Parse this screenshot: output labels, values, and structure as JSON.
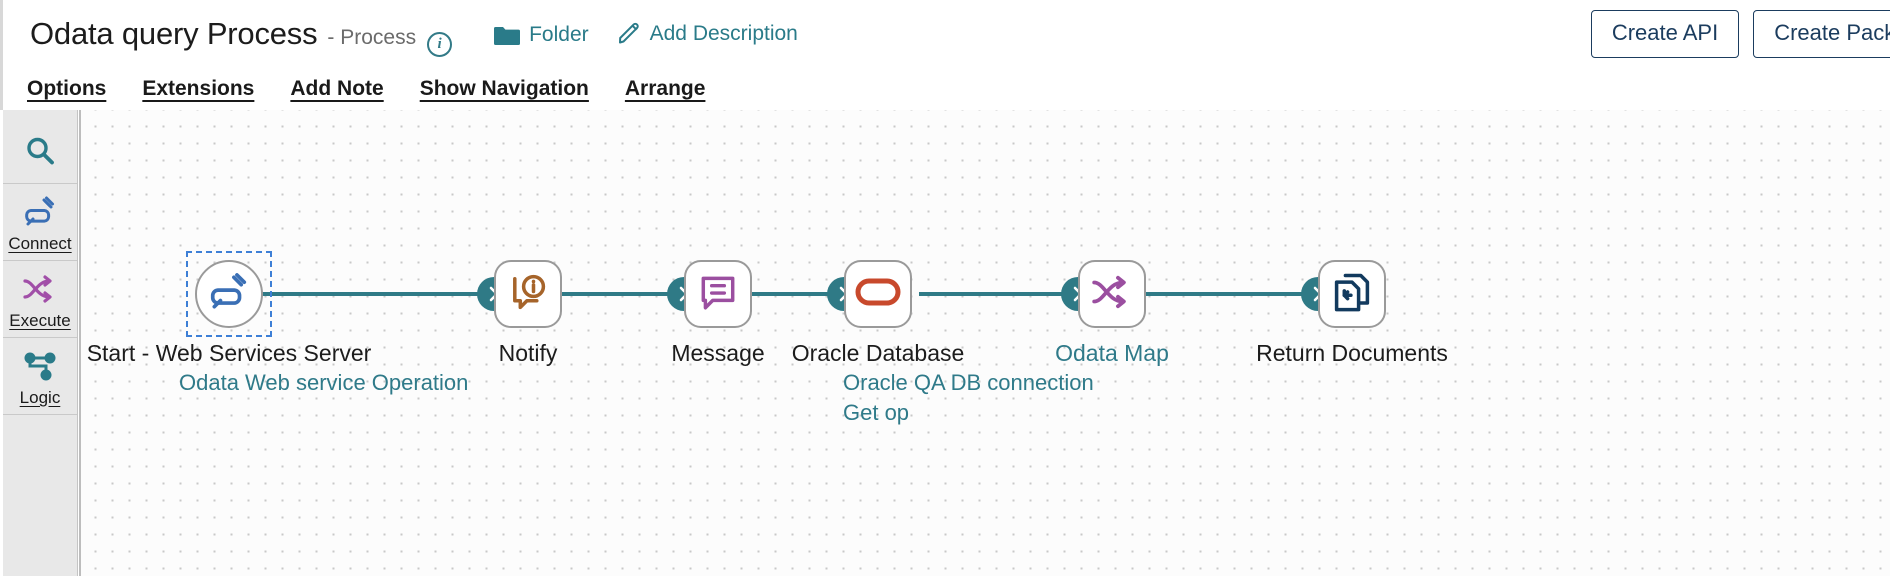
{
  "header": {
    "title": "Odata query Process",
    "subtitle": "- Process",
    "info_icon": "info-icon",
    "folder_label": "Folder",
    "folder_icon": "folder-icon",
    "description_label": "Add Description",
    "pencil_icon": "pencil-icon",
    "buttons": [
      {
        "label": "Create API",
        "name": "create-api-button"
      },
      {
        "label": "Create Packaged Comp",
        "name": "create-packaged-component-button"
      }
    ]
  },
  "menubar": {
    "items": [
      {
        "label": "Options",
        "name": "menu-options"
      },
      {
        "label": "Extensions",
        "name": "menu-extensions"
      },
      {
        "label": "Add Note",
        "name": "menu-add-note"
      },
      {
        "label": "Show Navigation",
        "name": "menu-show-navigation"
      },
      {
        "label": "Arrange",
        "name": "menu-arrange"
      }
    ]
  },
  "tool_rail": {
    "items": [
      {
        "label": "",
        "icon": "search-icon",
        "name": "tool-search"
      },
      {
        "label": "Connect",
        "icon": "plug-icon",
        "name": "tool-connect"
      },
      {
        "label": "Execute",
        "icon": "shuffle-icon",
        "name": "tool-execute"
      },
      {
        "label": "Logic",
        "icon": "branch-icon",
        "name": "tool-logic"
      }
    ]
  },
  "canvas": {
    "nodes": [
      {
        "id": "start",
        "label": "Start - Web Services Server",
        "sublabel1": "Odata Web service Operation",
        "sublabel2": "",
        "icon": "plug-icon",
        "shape": "circle",
        "selected": true,
        "label_is_link": false
      },
      {
        "id": "notify",
        "label": "Notify",
        "sublabel1": "",
        "sublabel2": "",
        "icon": "notify-info-bubble-icon",
        "shape": "rounded",
        "selected": false,
        "label_is_link": false
      },
      {
        "id": "message",
        "label": "Message",
        "sublabel1": "",
        "sublabel2": "",
        "icon": "message-bubble-icon",
        "shape": "rounded",
        "selected": false,
        "label_is_link": false
      },
      {
        "id": "oracle",
        "label": "Oracle Database",
        "sublabel1": "Oracle QA DB connection",
        "sublabel2": "Get op",
        "icon": "oracle-database-icon",
        "shape": "rounded",
        "selected": false,
        "label_is_link": false
      },
      {
        "id": "odatamap",
        "label": "Odata Map",
        "sublabel1": "",
        "sublabel2": "",
        "icon": "shuffle-icon",
        "shape": "rounded",
        "selected": false,
        "label_is_link": true
      },
      {
        "id": "return",
        "label": "Return Documents",
        "sublabel1": "",
        "sublabel2": "",
        "icon": "return-documents-icon",
        "shape": "rounded",
        "selected": false,
        "label_is_link": false
      }
    ],
    "connector_icon": "chevron-right-icon"
  },
  "colors": {
    "accent_teal": "#2f7a89",
    "wire": "#2f7a86",
    "brand_navy": "#1b3c5e",
    "selection_blue": "#3d7fd6",
    "purple": "#9b4fa0",
    "brown": "#a6642a",
    "oracle_red": "#c8492c"
  }
}
